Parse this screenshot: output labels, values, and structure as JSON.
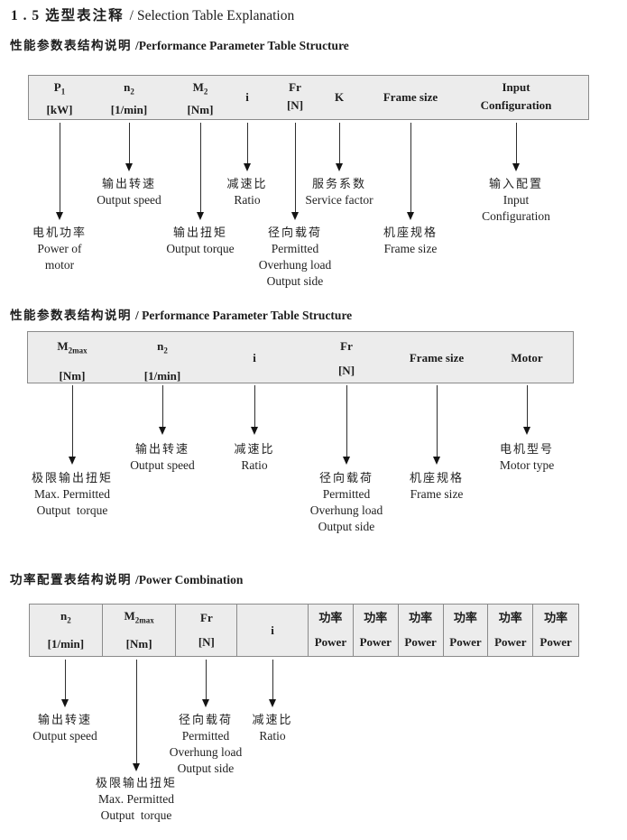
{
  "title": {
    "num": "1 . 5",
    "cn": "选型表注释",
    "sep": "/",
    "en": "Selection Table Explanation"
  },
  "colors": {
    "table_bg": "#ececec",
    "table_border": "#8a8a8a",
    "text": "#1c1c1c"
  },
  "sections": [
    {
      "heading": {
        "cn": "性能参数表结构说明",
        "en": "/Performance Parameter Table Structure"
      },
      "columns": [
        {
          "sym": "P",
          "sub": "1",
          "unit": "[kW]"
        },
        {
          "sym": "n",
          "sub": "2",
          "unit": "[1/min]"
        },
        {
          "sym": "M",
          "sub": "2",
          "unit": "[Nm]"
        },
        {
          "sym": "i"
        },
        {
          "sym": "Fr",
          "unit": "[N]"
        },
        {
          "sym": "K"
        },
        {
          "sym": "Frame size"
        },
        {
          "sym": "Input",
          "unit": "Configuration"
        }
      ],
      "callouts": [
        {
          "cn": "电机功率",
          "en1": "Power of",
          "en2": "motor"
        },
        {
          "cn": "输出转速",
          "en1": "Output speed"
        },
        {
          "cn": "输出扭矩",
          "en1": "Output torque"
        },
        {
          "cn": "减速比",
          "en1": "Ratio"
        },
        {
          "cn": "径向载荷",
          "en1": "Permitted",
          "en2": "Overhung load",
          "en3": "Output side"
        },
        {
          "cn": "服务系数",
          "en1": "Service factor"
        },
        {
          "cn": "机座规格",
          "en1": "Frame size"
        },
        {
          "cn": "输入配置",
          "en1": "Input",
          "en2": "Configuration"
        }
      ]
    },
    {
      "heading": {
        "cn": "性能参数表结构说明",
        "en": "/ Performance Parameter Table Structure"
      },
      "columns": [
        {
          "sym": "M",
          "sub": "2max",
          "unit": "[Nm]"
        },
        {
          "sym": "n",
          "sub": "2",
          "unit": "[1/min]"
        },
        {
          "sym": "i"
        },
        {
          "sym": "Fr",
          "unit": "[N]"
        },
        {
          "sym": "Frame size"
        },
        {
          "sym": "Motor"
        }
      ],
      "callouts": [
        {
          "cn": "极限输出扭矩",
          "en1": "Max. Permitted",
          "en2": "Output  torque"
        },
        {
          "cn": "输出转速",
          "en1": "Output speed"
        },
        {
          "cn": "减速比",
          "en1": "Ratio"
        },
        {
          "cn": "径向载荷",
          "en1": "Permitted",
          "en2": "Overhung load",
          "en3": "Output side"
        },
        {
          "cn": "机座规格",
          "en1": "Frame size"
        },
        {
          "cn": "电机型号",
          "en1": "Motor type"
        }
      ]
    },
    {
      "heading": {
        "cn": "功率配置表结构说明",
        "en": "/Power Combination"
      },
      "columns": [
        {
          "sym": "n",
          "sub": "2",
          "unit": "[1/min]"
        },
        {
          "sym": "M",
          "sub": "2max",
          "unit": "[Nm]"
        },
        {
          "sym": "Fr",
          "unit": "[N]"
        },
        {
          "sym": "i"
        },
        {
          "cn": "功率",
          "en": "Power"
        },
        {
          "cn": "功率",
          "en": "Power"
        },
        {
          "cn": "功率",
          "en": "Power"
        },
        {
          "cn": "功率",
          "en": "Power"
        },
        {
          "cn": "功率",
          "en": "Power"
        },
        {
          "cn": "功率",
          "en": "Power"
        }
      ],
      "callouts": [
        {
          "cn": "输出转速",
          "en1": "Output speed"
        },
        {
          "cn": "极限输出扭矩",
          "en1": "Max. Permitted",
          "en2": "Output  torque"
        },
        {
          "cn": "径向载荷",
          "en1": "Permitted",
          "en2": "Overhung load",
          "en3": "Output side"
        },
        {
          "cn": "减速比",
          "en1": "Ratio"
        }
      ]
    }
  ]
}
